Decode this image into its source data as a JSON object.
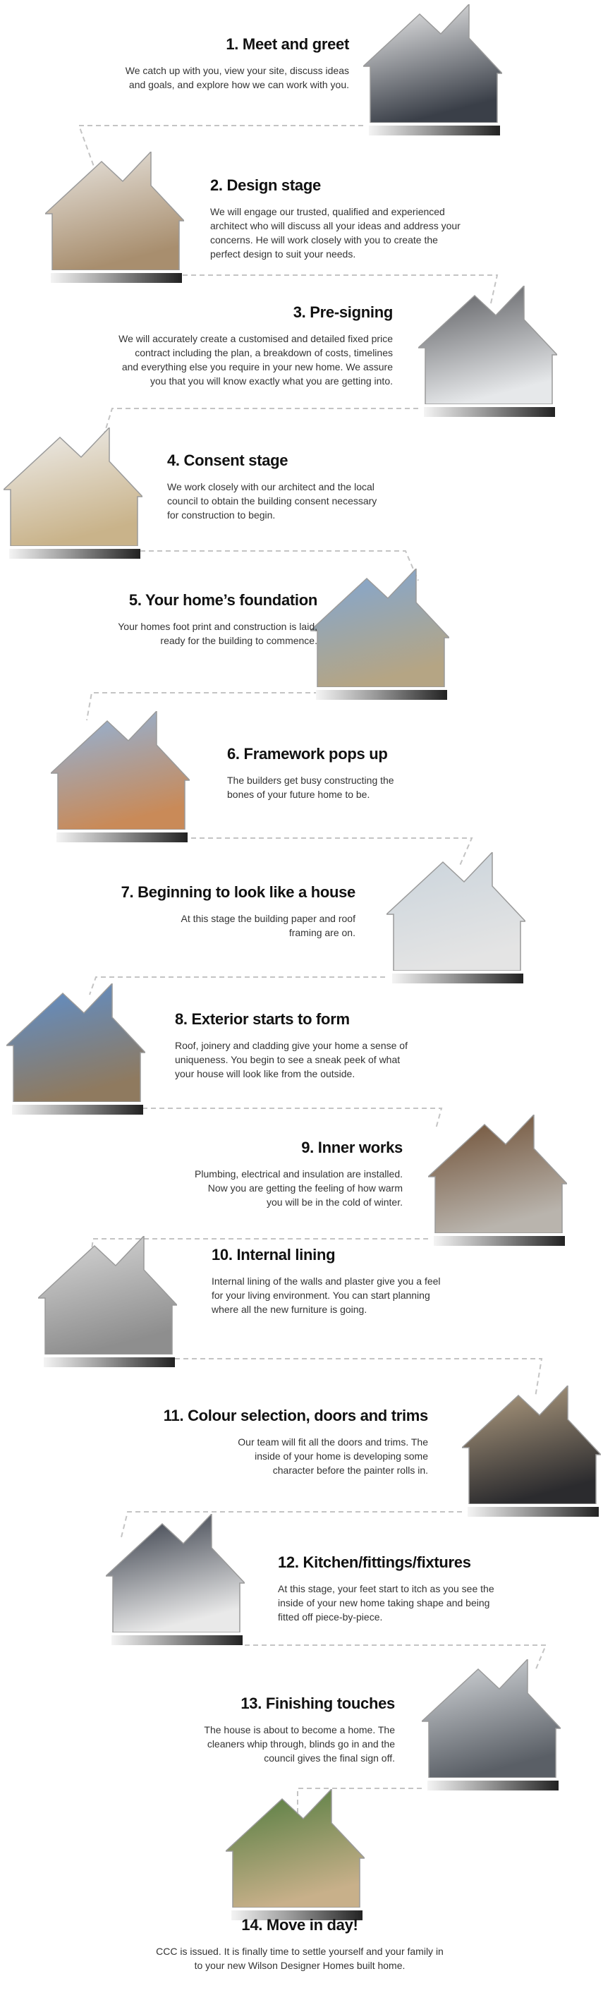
{
  "steps": [
    {
      "title": "1. Meet and greet",
      "body": "We catch up with you, view your site, discuss ideas\nand goals, and explore how we can work with you.",
      "photo": "handshake",
      "colors": [
        "#f2f2f2",
        "#3a3f48"
      ]
    },
    {
      "title": "2. Design stage",
      "body": "We will engage our trusted, qualified and experienced\narchitect who will discuss all your ideas and address your\nconcerns. He will work closely with you to create the\nperfect design to suit your needs.",
      "photo": "architects",
      "colors": [
        "#e9e6e1",
        "#a88e6e"
      ]
    },
    {
      "title": "3. Pre-signing",
      "body": "We will accurately create a customised and detailed fixed price\ncontract including the plan, a breakdown of costs, timelines\nand everything else you require in your new home. We assure\nyou that you will know exactly what you are getting into.",
      "photo": "signing-plans",
      "colors": [
        "#55565a",
        "#e6e8ea"
      ]
    },
    {
      "title": "4. Consent stage",
      "body": "We work closely with our architect and the local\ncouncil to obtain the building consent necessary\nfor construction to begin.",
      "photo": "consent-pen-house",
      "colors": [
        "#efefef",
        "#c9b38a"
      ]
    },
    {
      "title": "5. Your home’s foundation",
      "body": "Your homes foot print and construction is laid,\nready for the building to commence.",
      "photo": "foundation-site",
      "colors": [
        "#7fa7d6",
        "#b5a584"
      ]
    },
    {
      "title": "6. Framework pops up",
      "body": "The builders get busy constructing the\nbones of your future home to be.",
      "photo": "timber-frame",
      "colors": [
        "#8fb4de",
        "#c98a58"
      ]
    },
    {
      "title": "7. Beginning to look like a house",
      "body": "At this stage the building paper and roof\nframing are on.",
      "photo": "building-paper",
      "colors": [
        "#c9d3db",
        "#e4e4e4"
      ]
    },
    {
      "title": "8. Exterior starts to form",
      "body": "Roof, joinery and cladding give your home a sense of\nuniqueness. You begin to see a sneak peek of what\nyour house will look like from the outside.",
      "photo": "exterior",
      "colors": [
        "#5b8fd0",
        "#8f7a5f"
      ]
    },
    {
      "title": "9. Inner works",
      "body": "Plumbing, electrical and insulation are installed.\nNow you are getting the feeling of how warm\nyou will be in the cold of winter.",
      "photo": "inner-framing",
      "colors": [
        "#6b4a2e",
        "#b9b4ad"
      ]
    },
    {
      "title": "10. Internal lining",
      "body": "Internal lining of the walls and plaster give you a feel\nfor your living environment. You can start planning\nwhere all the new furniture is going.",
      "photo": "internal-lining",
      "colors": [
        "#d8d8d8",
        "#8e8e8e"
      ]
    },
    {
      "title": "11. Colour selection, doors and trims",
      "body": "Our team will fit all the doors and trims. The\ninside of your home is developing some\ncharacter before the painter rolls in.",
      "photo": "living-room",
      "colors": [
        "#b8a385",
        "#2b2b2e"
      ]
    },
    {
      "title": "12.  Kitchen/fittings/fixtures",
      "body": "At this stage, your feet start to itch as you see the\ninside of your new home taking shape and being\nfitted off piece-by-piece.",
      "photo": "kitchen",
      "colors": [
        "#2e3440",
        "#e9e9e9"
      ]
    },
    {
      "title": "13. Finishing touches",
      "body": "The house is about to become a home. The\ncleaners whip through, blinds go in and the\ncouncil gives the final sign off.",
      "photo": "dining-room",
      "colors": [
        "#d9dcdf",
        "#5a5f66"
      ]
    },
    {
      "title": "14. Move in day!",
      "body": "CCC is issued. It is finally time to settle yourself and your family in\nto your new Wilson Designer Homes built home.",
      "photo": "moving-couch",
      "colors": [
        "#4e7a3c",
        "#c8b08a"
      ]
    }
  ]
}
